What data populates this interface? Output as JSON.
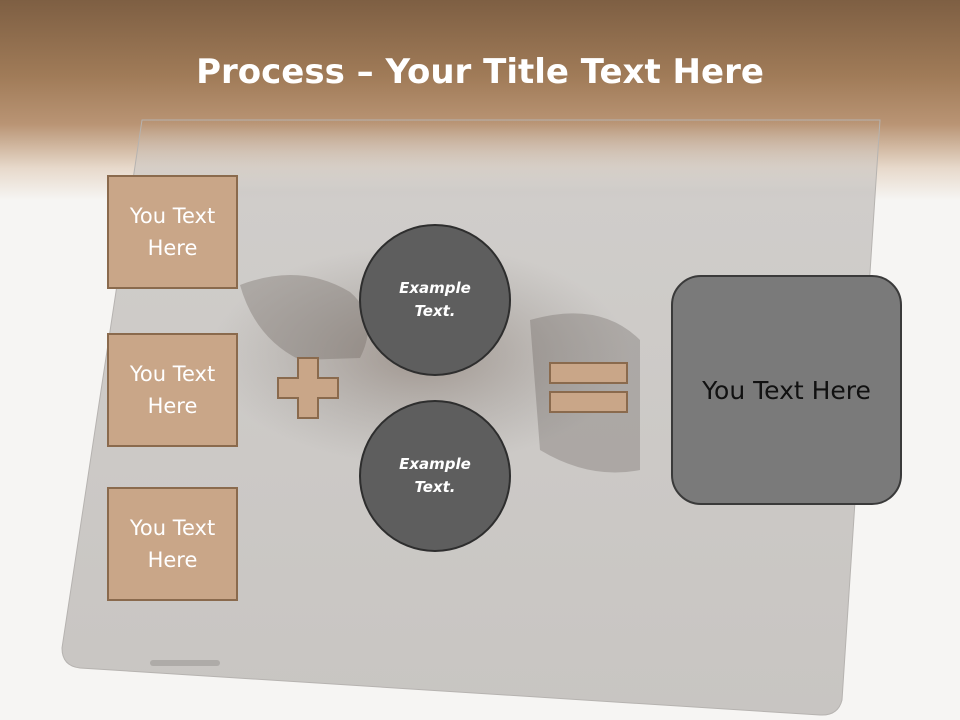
{
  "slide": {
    "title_bold": "Process",
    "title_rest": " – Your Title Text Here"
  },
  "inputs": [
    {
      "label": "You Text Here"
    },
    {
      "label": "You Text Here"
    },
    {
      "label": "You Text Here"
    }
  ],
  "circles": [
    {
      "label": "Example Text."
    },
    {
      "label": "Example Text."
    }
  ],
  "result": {
    "label": "You Text Here"
  },
  "operators": {
    "plus": "plus-icon",
    "equals": "equals-icon"
  },
  "colors": {
    "header": "#a07b58",
    "input_box_fill": "#c9a688",
    "input_box_border": "#8a6a4d",
    "circle_fill": "#5e5e5e",
    "result_fill": "#7a7a7a",
    "background": "#f6f5f3"
  }
}
